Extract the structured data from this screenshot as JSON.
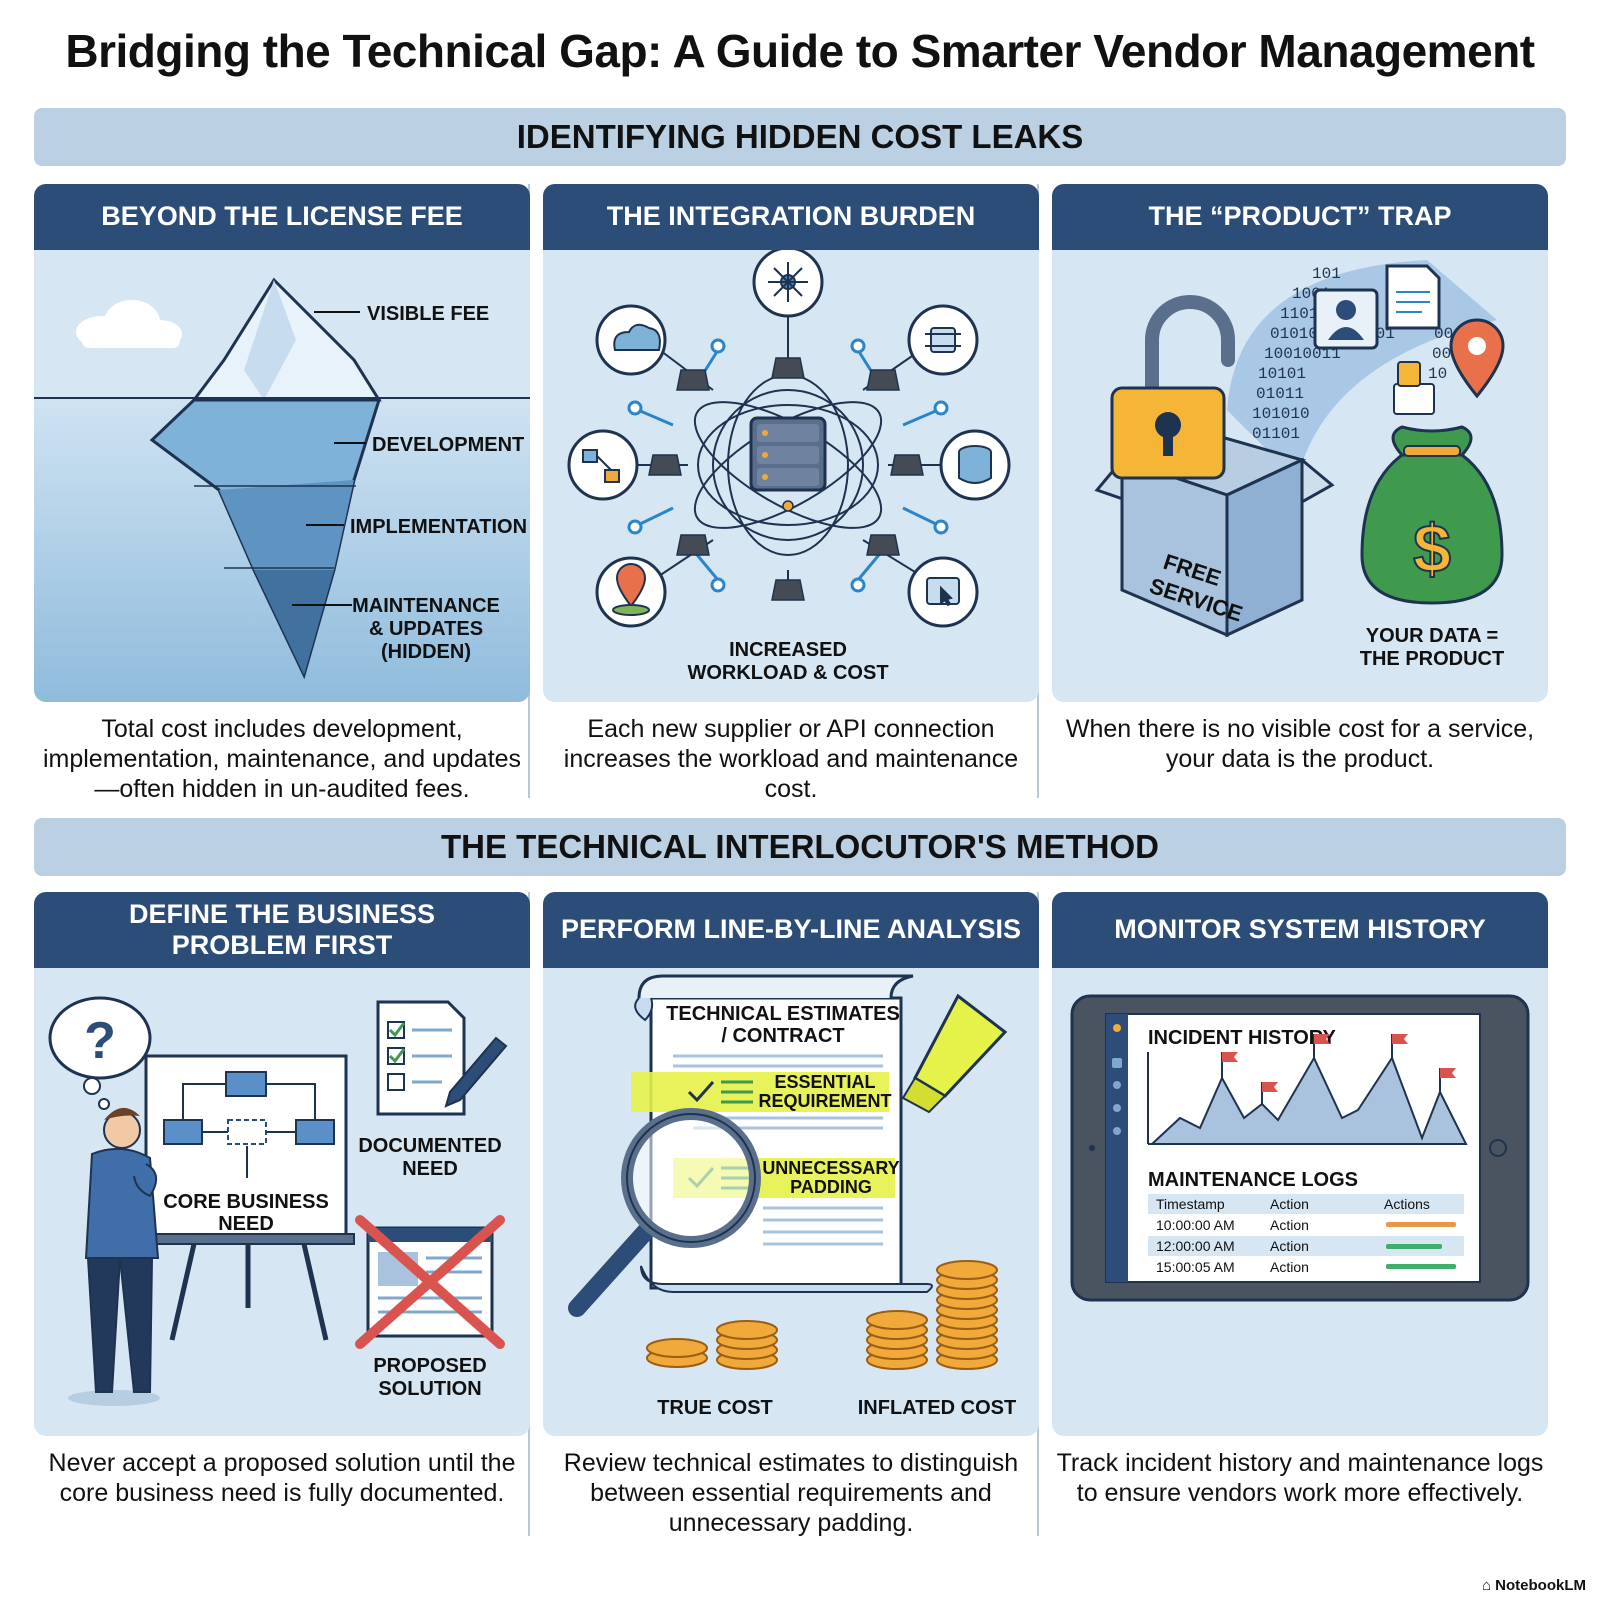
{
  "title": "Bridging the Technical Gap: A Guide to Smarter Vendor Management",
  "sections": [
    {
      "heading": "IDENTIFYING HIDDEN COST LEAKS",
      "panels": [
        {
          "header": "BEYOND THE LICENSE FEE",
          "labels": [
            "VISIBLE FEE",
            "DEVELOPMENT",
            "IMPLEMENTATION",
            "MAINTENANCE",
            "& UPDATES",
            "(HIDDEN)"
          ],
          "caption": "Total cost includes development, implementation, maintenance, and updates—often hidden in un-audited fees."
        },
        {
          "header": "THE INTEGRATION BURDEN",
          "labels": [
            "INCREASED",
            "WORKLOAD & COST"
          ],
          "caption": "Each new supplier or API connection increases the workload and maintenance cost."
        },
        {
          "header": "THE “PRODUCT” TRAP",
          "labels": [
            "FREE",
            "SERVICE",
            "YOUR DATA =",
            "THE PRODUCT"
          ],
          "binary": [
            "101",
            "1001",
            "110101",
            "0101010101101",
            "10010011",
            "10101",
            "01011",
            "101010",
            "01101",
            "11",
            "00",
            "00",
            "10"
          ],
          "caption": "When there is no visible cost for a service, your data is the product."
        }
      ]
    },
    {
      "heading": "THE TECHNICAL INTERLOCUTOR'S METHOD",
      "panels": [
        {
          "header_lines": [
            "DEFINE THE BUSINESS",
            "PROBLEM FIRST"
          ],
          "labels": [
            "CORE BUSINESS",
            "NEED",
            "DOCUMENTED",
            "NEED",
            "PROPOSED",
            "SOLUTION"
          ],
          "question_mark": "?",
          "caption": "Never accept a proposed solution until the core business need is fully documented."
        },
        {
          "header": "PERFORM LINE-BY-LINE ANALYSIS",
          "labels": [
            "TECHNICAL ESTIMATES",
            "/ CONTRACT",
            "ESSENTIAL",
            "REQUIREMENT",
            "UNNECESSARY",
            "PADDING",
            "TRUE COST",
            "INFLATED COST"
          ],
          "caption": "Review technical estimates to distinguish between essential requirements and unnecessary padding."
        },
        {
          "header": "MONITOR SYSTEM HISTORY",
          "incident_title": "INCIDENT HISTORY",
          "logs_title": "MAINTENANCE LOGS",
          "table_headers": [
            "Timestamp",
            "Action",
            "Actions"
          ],
          "table_rows": [
            {
              "time": "10:00:00 AM",
              "action": "Action",
              "bar_color": "#e8964a"
            },
            {
              "time": "12:00:00 AM",
              "action": "Action",
              "bar_color": "#3fae6a"
            },
            {
              "time": "15:00:05 AM",
              "action": "Action",
              "bar_color": "#3fae6a"
            }
          ],
          "caption": "Track incident history and maintenance logs to ensure vendors work more effectively."
        }
      ]
    }
  ],
  "brand": "NotebookLM",
  "colors": {
    "header_blue": "#2c4d78",
    "band": "#bcd0e3",
    "panel": "#d7e6f3",
    "highlight": "#e5f24a",
    "coin": "#f0a93a",
    "money_bag": "#3f9a4e",
    "lock": "#f5b638"
  }
}
